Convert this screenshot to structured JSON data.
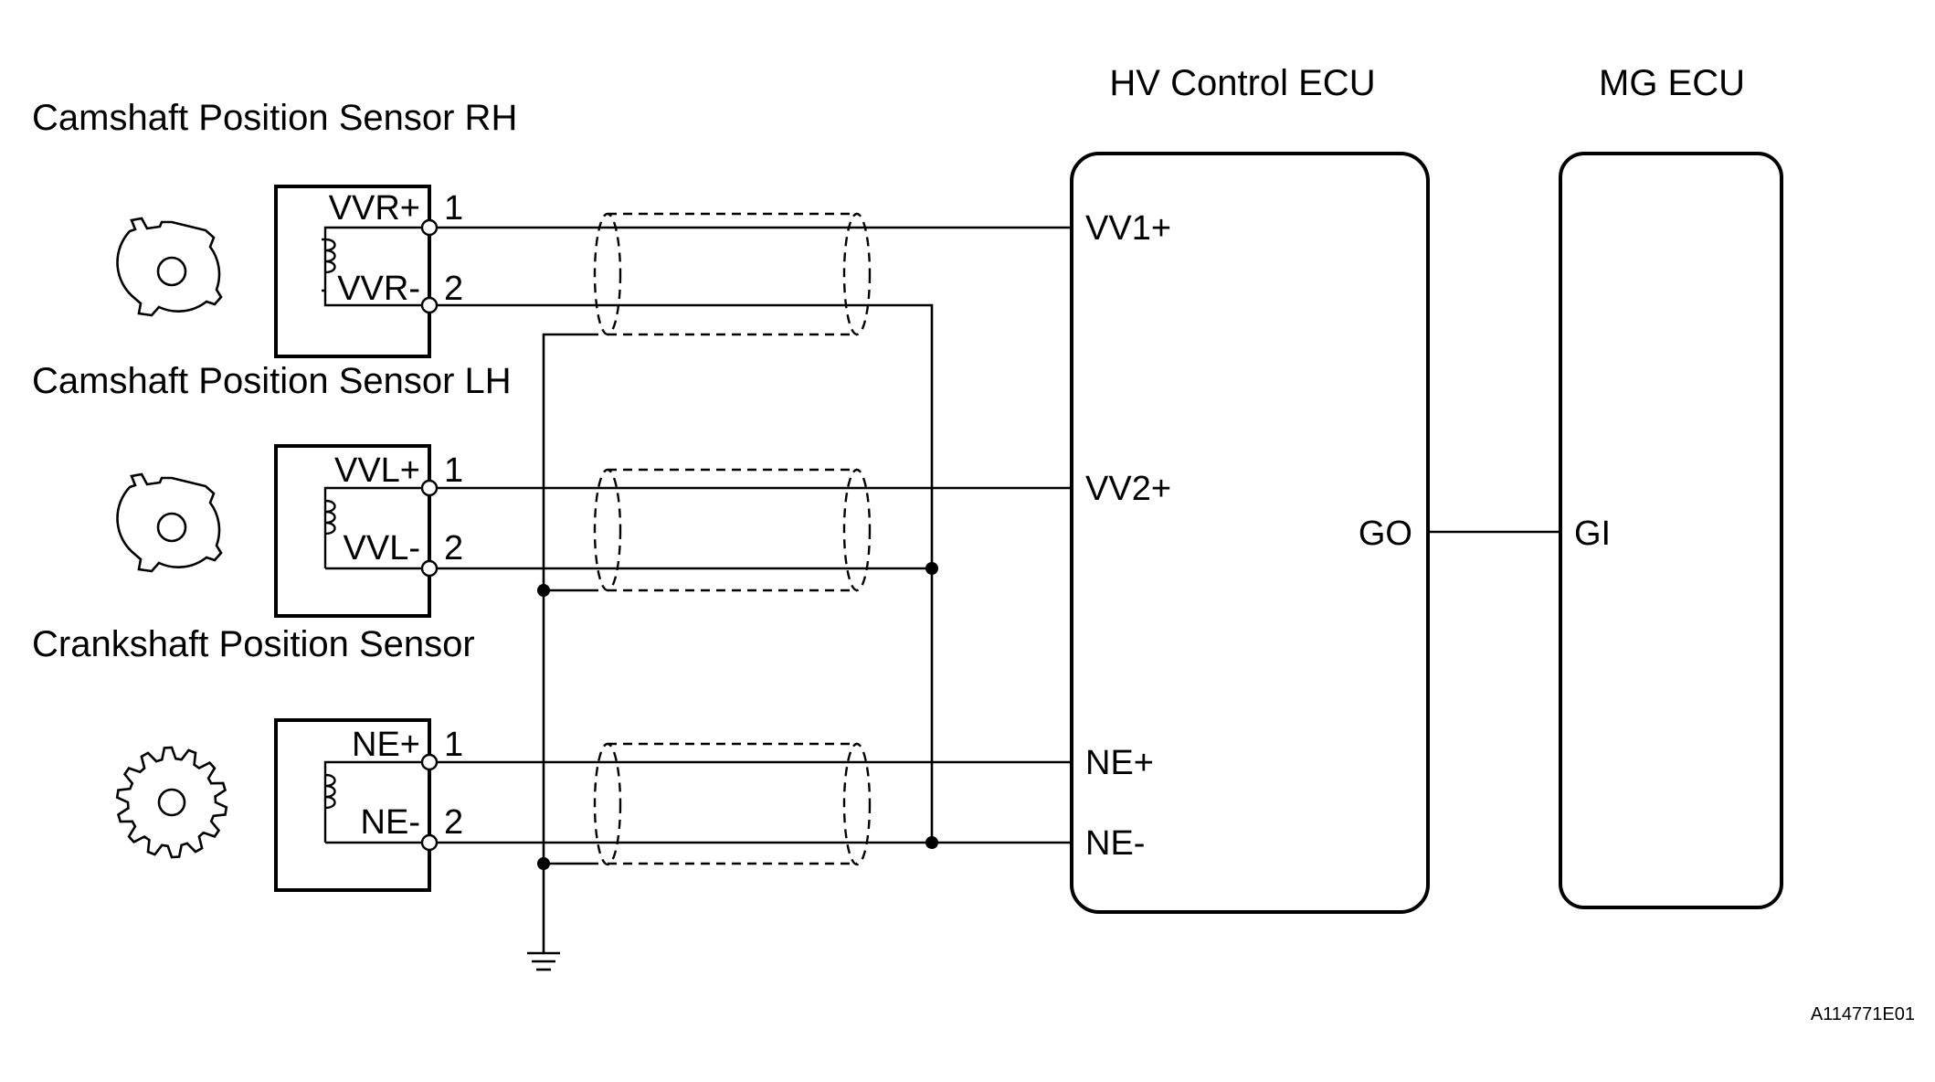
{
  "ecus": {
    "hv_control": {
      "title": "HV Control ECU",
      "pins": {
        "vv1p": "VV1+",
        "vv2p": "VV2+",
        "nep": "NE+",
        "nem": "NE-",
        "go": "GO"
      }
    },
    "mg": {
      "title": "MG ECU",
      "pins": {
        "gi": "GI"
      }
    }
  },
  "sensors": {
    "cam_rh": {
      "title": "Camshaft Position Sensor RH",
      "pos_label": "VVR+",
      "neg_label": "VVR-",
      "pin_pos": "1",
      "pin_neg": "2"
    },
    "cam_lh": {
      "title": "Camshaft Position Sensor LH",
      "pos_label": "VVL+",
      "neg_label": "VVL-",
      "pin_pos": "1",
      "pin_neg": "2"
    },
    "crank": {
      "title": "Crankshaft Position Sensor",
      "pos_label": "NE+",
      "neg_label": "NE-",
      "pin_pos": "1",
      "pin_neg": "2"
    }
  },
  "diagram_code": "A114771E01",
  "icons": {
    "camshaft_rotor": "camshaft-rotor-icon",
    "crank_gear": "crankshaft-gear-icon",
    "pickup_coil": "pickup-coil-icon",
    "ground": "ground-icon"
  }
}
